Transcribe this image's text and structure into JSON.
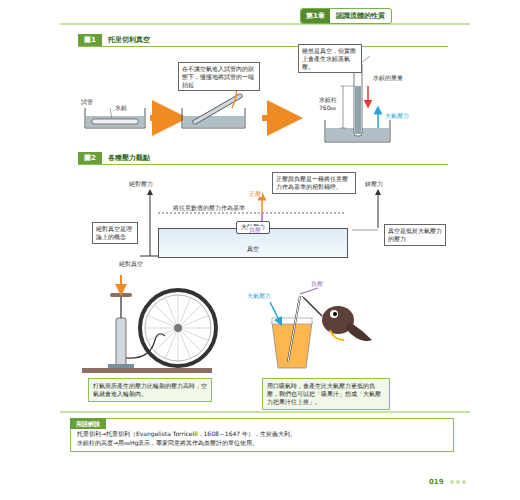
{
  "diagram": {
    "nodes": [
      {
        "text": [
          "第1章",
          "認識流體的性質"
        ]
      },
      {
        "text": [
          "圖1",
          "托里切利真空"
        ]
      },
      {
        "text": [
          "在不讓空氣進入試管內的狀態下，慢慢地將試管的一端抬起"
        ]
      },
      {
        "text": [
          "雖然是真空，但實際上會產生水銀蒸氣壓。"
        ]
      },
      {
        "text": [
          "圖2",
          "各種壓力觀點"
        ]
      },
      {
        "text": [
          "正壓與負壓是一種將任意壓力作為基準的相對稱呼。"
        ]
      },
      {
        "text": [
          "絕對真空是理論上的概念"
        ]
      },
      {
        "text": [
          "真空"
        ]
      },
      {
        "text": [
          "大氣壓力"
        ],
        "in": 7
      },
      {
        "text": [
          "真空是低於大氣壓力的壓力"
        ]
      },
      {
        "text": [
          "打氣筒所產生的壓力比輪胎的壓力高時，空氣就會進入輪胎內。"
        ]
      },
      {
        "text": [
          "用口吸氣時，會產生比大氣壓力更低的負壓，我們也可以把「吸果汁」想成「大氣壓力把果汁往上推」。"
        ]
      },
      {
        "text": [
          "用語解說",
          "托里切利→托里切利（Evangelista Torricelli，1608～1647 年），生於義大利。",
          "水銀柱的高度→用㎜Hg表示，專家同意將其作為血壓計的單位使用。"
        ]
      }
    ],
    "labels": [
      "試管",
      "水銀",
      "水銀的重量",
      "大氣壓力",
      "水銀柱",
      "760㎜",
      "絕對壓力",
      "錶壓力",
      "正壓",
      "負壓",
      "將任意數值的壓力作為基準",
      "絕對真空",
      "大氣壓力",
      "負壓",
      "019"
    ]
  }
}
